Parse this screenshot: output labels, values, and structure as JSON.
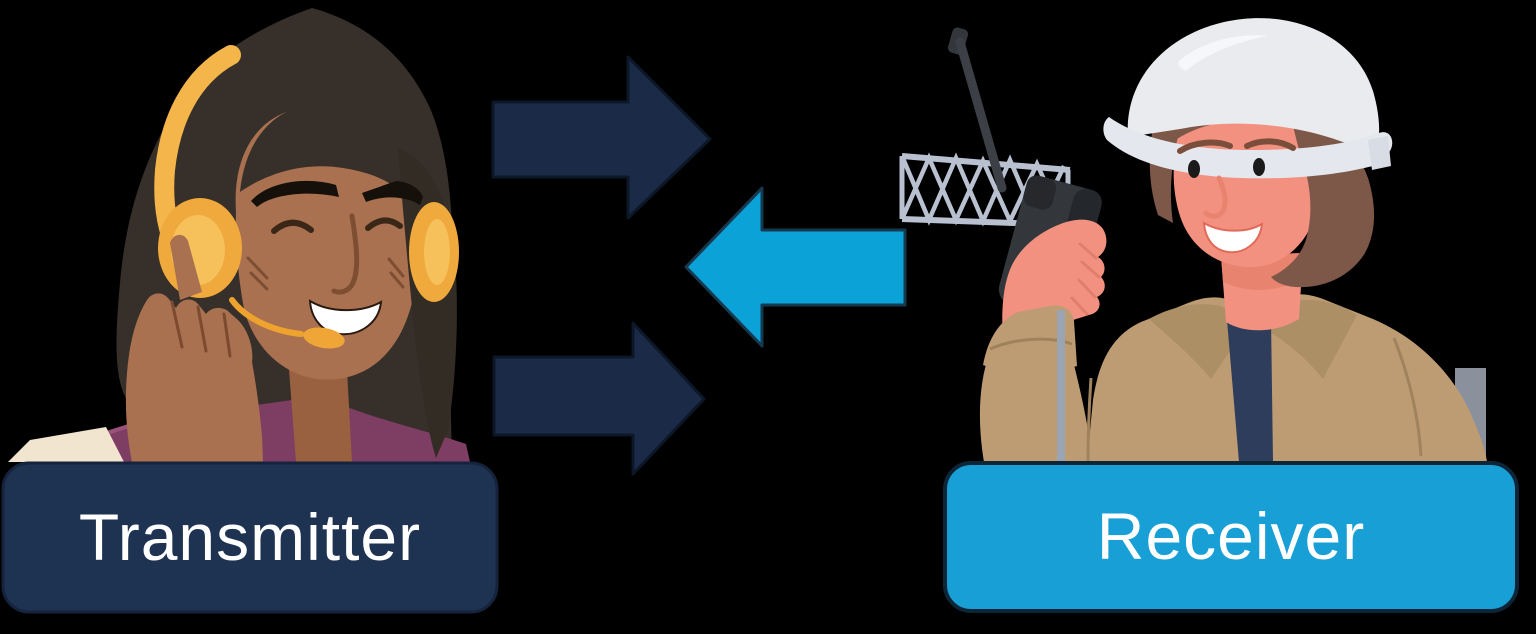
{
  "scene": {
    "description": "Two-way radio communication diagram: headset operator transmitting, hard-hat field worker with walkie-talkie receiving",
    "background_color": "#000000"
  },
  "labels": {
    "transmitter": "Transmitter",
    "receiver": "Receiver"
  },
  "arrows": {
    "top": {
      "direction": "right"
    },
    "middle": {
      "direction": "left"
    },
    "bottom": {
      "direction": "right"
    }
  },
  "icons": {
    "transmitter_figure": "call-operator-headset-illustration",
    "receiver_figure": "field-worker-walkie-talkie-illustration",
    "forward_arrow": "right-arrow",
    "return_arrow": "left-arrow",
    "mast": "lattice-crane-mast"
  },
  "colors": {
    "transmitter_box_fill": "#1E3252",
    "transmitter_box_border": "#15233D",
    "receiver_box_fill": "#189FD6",
    "receiver_box_border": "#0E2437",
    "label_text": "#FFFFFF",
    "forward_arrow_fill": "#1B2B47",
    "forward_arrow_border": "#0C1728",
    "return_arrow_fill": "#0BA2D8",
    "return_arrow_border": "#16394F"
  }
}
